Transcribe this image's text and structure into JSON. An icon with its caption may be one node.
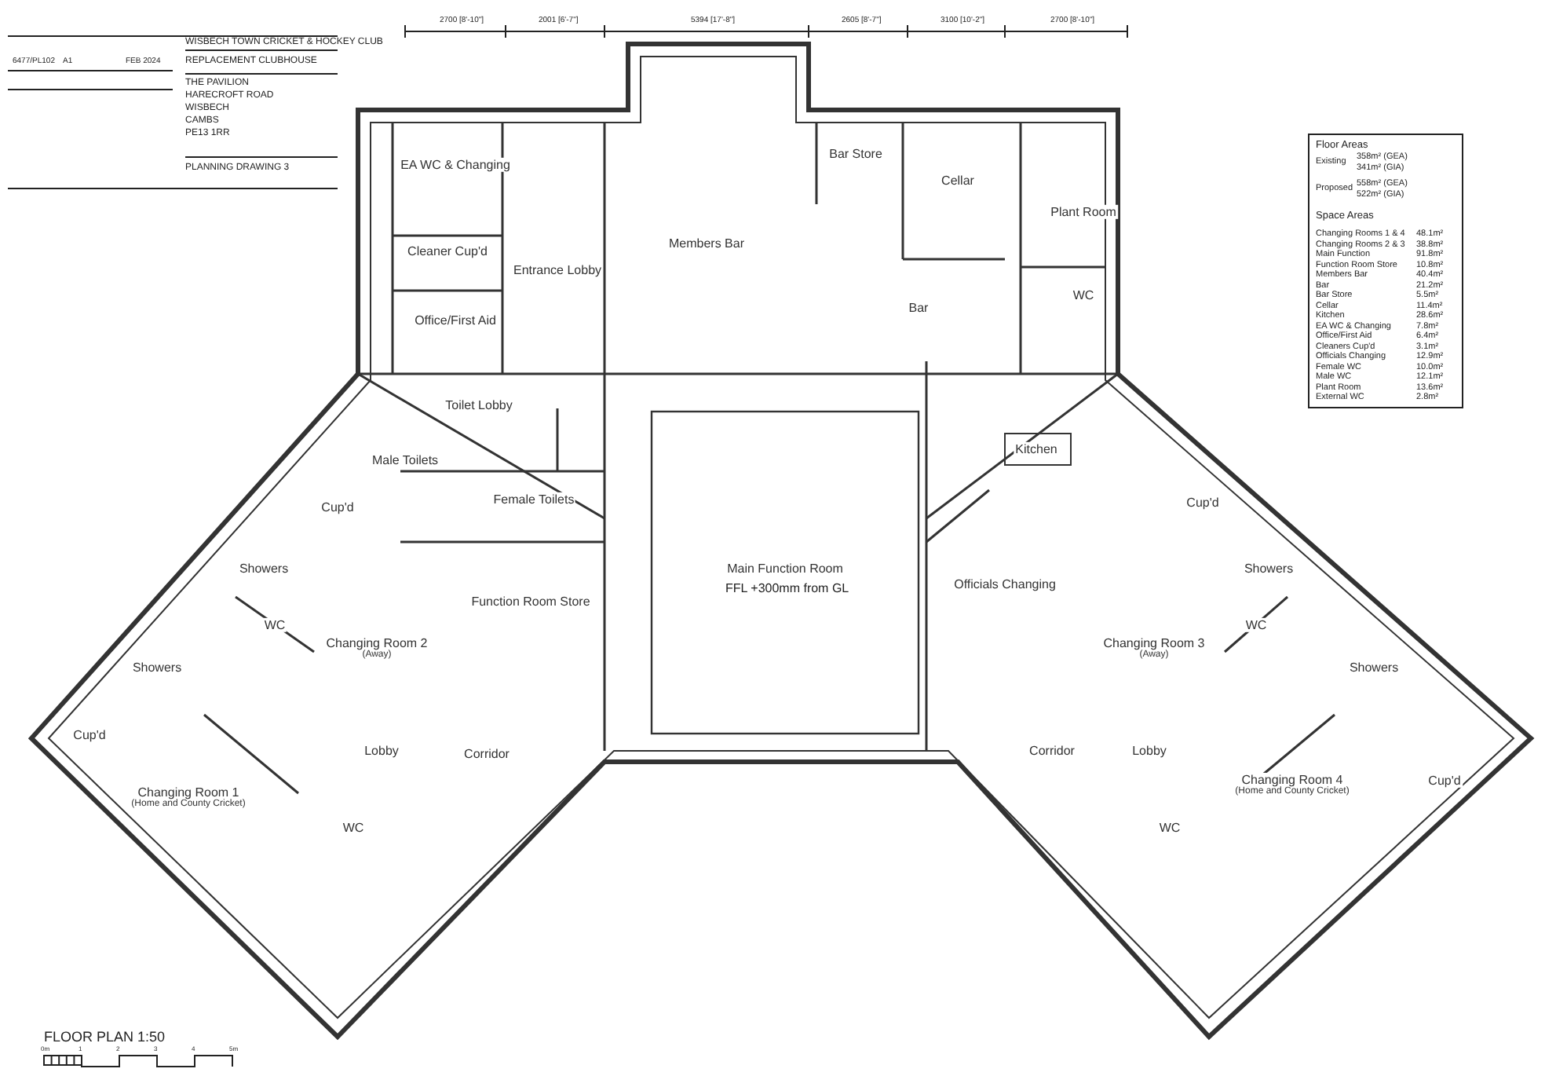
{
  "diagram": {
    "nodes": [
      {
        "text": [
          "EA WC & Changing"
        ]
      },
      {
        "text": [
          "Cleaner Cup'd"
        ]
      },
      {
        "text": [
          "Office/First Aid"
        ]
      },
      {
        "text": [
          "Entrance Lobby"
        ]
      },
      {
        "text": [
          "Members Bar"
        ]
      },
      {
        "text": [
          "Bar Store"
        ]
      },
      {
        "text": [
          "Cellar"
        ]
      },
      {
        "text": [
          "Plant Room"
        ]
      },
      {
        "text": [
          "Bar"
        ]
      },
      {
        "text": [
          "WC"
        ]
      },
      {
        "text": [
          "Toilet Lobby"
        ]
      },
      {
        "text": [
          "Male Toilets"
        ]
      },
      {
        "text": [
          "Female Toilets"
        ]
      },
      {
        "text": [
          "Kitchen"
        ]
      },
      {
        "text": [
          "Main Function Room"
        ],
        "beside": [
          "FFL +300mm from GL"
        ]
      },
      {
        "text": [
          "Function Room Store"
        ]
      },
      {
        "text": [
          "Cup'd"
        ]
      },
      {
        "text": [
          "Showers"
        ]
      },
      {
        "text": [
          "WC"
        ]
      },
      {
        "text": [
          "Changing Room 2",
          "(Away)"
        ]
      },
      {
        "text": [
          "Showers"
        ]
      },
      {
        "text": [
          "Cup'd"
        ]
      },
      {
        "text": [
          "Changing Room 1",
          "(Home and County Cricket)"
        ]
      },
      {
        "text": [
          "Lobby"
        ]
      },
      {
        "text": [
          "Corridor"
        ]
      },
      {
        "text": [
          "WC"
        ]
      },
      {
        "text": [
          "Officials Changing"
        ]
      },
      {
        "text": [
          "Cup'd"
        ]
      },
      {
        "text": [
          "Showers"
        ]
      },
      {
        "text": [
          "WC"
        ]
      },
      {
        "text": [
          "Changing Room 3",
          "(Away)"
        ]
      },
      {
        "text": [
          "Showers"
        ]
      },
      {
        "text": [
          "Cup'd"
        ]
      },
      {
        "text": [
          "Changing Room 4",
          "(Home and County Cricket)"
        ]
      },
      {
        "text": [
          "Corridor"
        ]
      },
      {
        "text": [
          "Lobby"
        ]
      },
      {
        "text": [
          "WC"
        ]
      }
    ],
    "labels": [
      "6477/PL102",
      "A1",
      "FEB 2024",
      "WISBECH TOWN CRICKET & HOCKEY CLUB",
      "REPLACEMENT CLUBHOUSE",
      "THE PAVILION",
      "HARECROFT ROAD",
      "WISBECH",
      "CAMBS",
      "PE13 1RR",
      "PLANNING DRAWING 3",
      "2700 [8'-10\"]",
      "2001 [6'-7\"]",
      "5394 [17'-8\"]",
      "2605 [8'-7\"]",
      "3100 [10'-2\"]",
      "2700 [8'-10\"]",
      "Floor Areas",
      "Existing",
      "358m² (GEA)",
      "341m² (GIA)",
      "Proposed",
      "558m² (GEA)",
      "522m² (GIA)",
      "Space Areas",
      "Changing Rooms 1 & 4",
      "48.1m²",
      "Changing Rooms 2 & 3",
      "38.8m²",
      "Main Function",
      "91.8m²",
      "Function Room Store",
      "10.8m²",
      "Members Bar",
      "40.4m²",
      "Bar",
      "21.2m²",
      "Bar Store",
      "5.5m²",
      "Cellar",
      "11.4m²",
      "Kitchen",
      "28.6m²",
      "EA WC & Changing",
      "7.8m²",
      "Office/First Aid",
      "6.4m²",
      "Cleaners Cup'd",
      "3.1m²",
      "Officials Changing",
      "12.9m²",
      "Female WC",
      "10.0m²",
      "Male WC",
      "12.1m²",
      "Plant Room",
      "13.6m²",
      "External WC",
      "2.8m²",
      "FLOOR PLAN 1:50",
      "0m",
      "1",
      "2",
      "3",
      "4",
      "5m"
    ]
  }
}
